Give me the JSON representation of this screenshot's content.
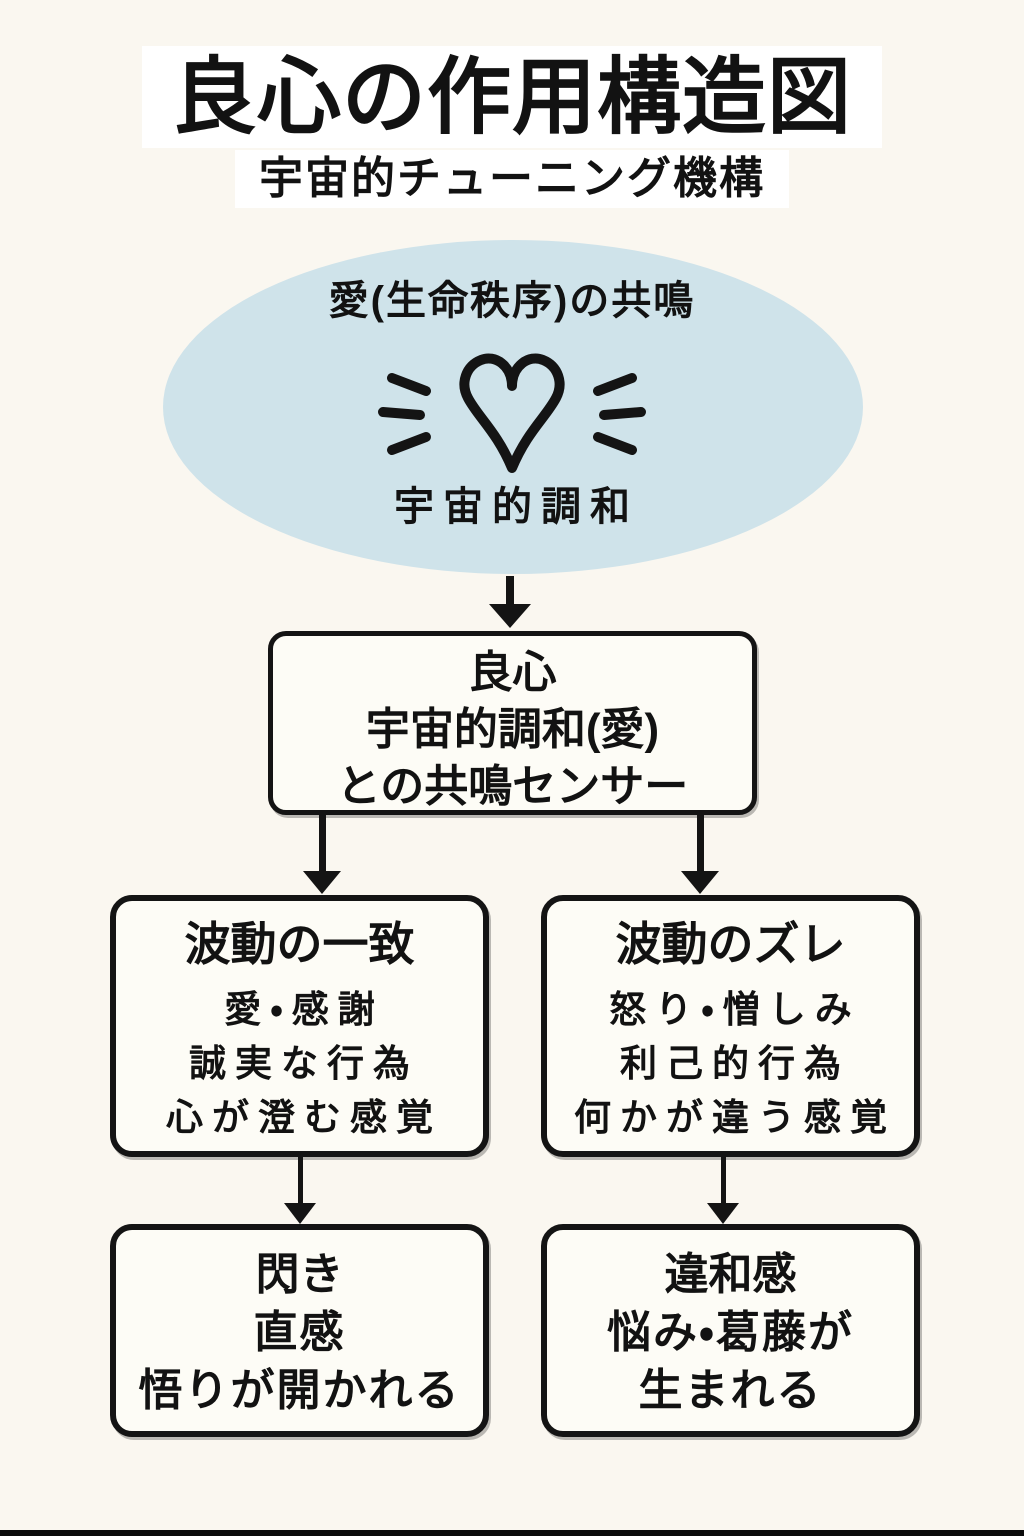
{
  "colors": {
    "page_bg": "#faf7f0",
    "ellipse_fill": "#cfe3ea",
    "box_bg": "#fdfcf6",
    "line": "#141414",
    "title_bg": "#ffffff"
  },
  "header": {
    "title": "良心の作用構造図",
    "subtitle": "宇宙的チューニング機構"
  },
  "ellipse": {
    "top_label": "愛(生命秩序)の共鳴",
    "icon": "radiating-heart-icon",
    "bottom_label": "宇宙的調和"
  },
  "sensor_box": {
    "lines": [
      "良心",
      "宇宙的調和(愛)",
      "との共鳴センサー"
    ]
  },
  "branches": {
    "match": {
      "title": "波動の一致",
      "items": [
        "愛・感謝",
        "誠実な行為",
        "心が澄む感覚"
      ]
    },
    "mismatch": {
      "title": "波動のズレ",
      "items": [
        "怒り・憎しみ",
        "利己的行為",
        "何かが違う感覚"
      ]
    }
  },
  "outcomes": {
    "match": {
      "title": "閃き",
      "items": [
        "直感",
        "悟りが開かれる"
      ]
    },
    "mismatch": {
      "title": "違和感",
      "items": [
        "悩み・葛藤が",
        "生まれる"
      ]
    }
  }
}
